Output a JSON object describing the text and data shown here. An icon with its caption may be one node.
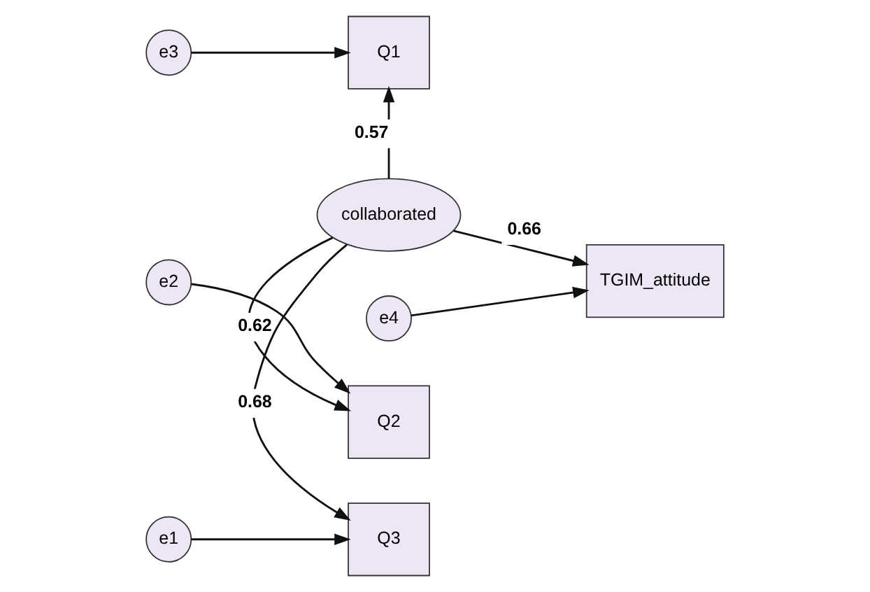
{
  "diagram": {
    "nodes": [
      {
        "text": [
          "e3"
        ]
      },
      {
        "text": [
          "Q1"
        ]
      },
      {
        "text": [
          "e4"
        ]
      },
      {
        "text": [
          "e2"
        ]
      },
      {
        "text": [
          "Q2"
        ]
      },
      {
        "text": [
          "collaborated"
        ]
      },
      {
        "text": [
          "TGIM_attitude"
        ]
      },
      {
        "text": [
          "e1"
        ]
      },
      {
        "text": [
          "Q3"
        ]
      }
    ],
    "edges": [
      {
        "from": 0,
        "to": 1,
        "arrow": "to"
      },
      {
        "from": 3,
        "to": 4,
        "arrow": "to"
      },
      {
        "from": 7,
        "to": 8,
        "arrow": "to"
      },
      {
        "from": 2,
        "to": 6,
        "arrow": "to"
      },
      {
        "from": 5,
        "to": 1,
        "arrow": "to",
        "label": "0.57"
      },
      {
        "from": 5,
        "to": 4,
        "arrow": "to",
        "label": "0.62"
      },
      {
        "from": 5,
        "to": 8,
        "arrow": "to",
        "label": "0.68"
      },
      {
        "from": 5,
        "to": 6,
        "arrow": "to",
        "label": "0.66"
      }
    ]
  }
}
